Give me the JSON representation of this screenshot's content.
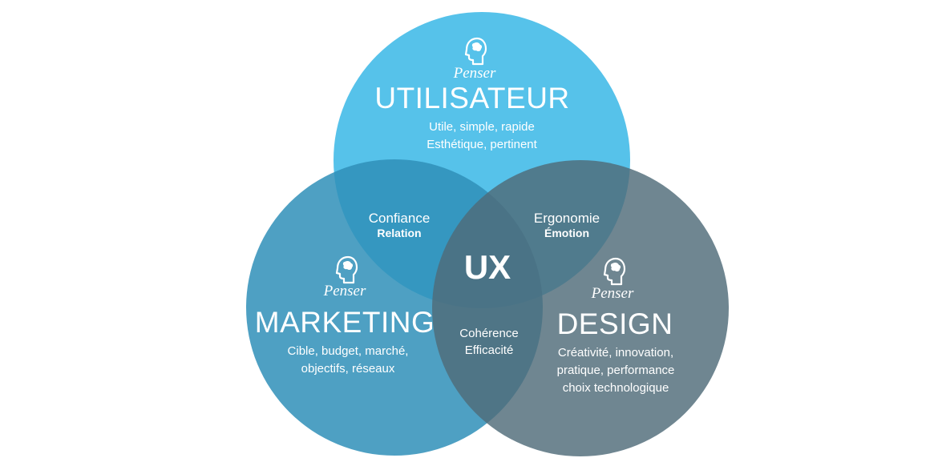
{
  "diagram": {
    "center_label": "UX",
    "colors": {
      "user": "#56c2ea",
      "marketing": "#3b9bc3",
      "design": "#5b7583",
      "text": "#ffffff"
    },
    "circles": [
      {
        "id": "user",
        "icon": "head-icon",
        "caption": "Penser",
        "title": "UTILISATEUR",
        "lines": [
          "Utile, simple, rapide",
          "Esthétique, pertinent"
        ]
      },
      {
        "id": "marketing",
        "icon": "head-icon",
        "caption": "Penser",
        "title": "MARKETING",
        "lines": [
          "Cible, budget, marché,",
          "objectifs, réseaux"
        ]
      },
      {
        "id": "design",
        "icon": "head-icon",
        "caption": "Penser",
        "title": "DESIGN",
        "lines": [
          "Créativité, innovation,",
          "pratique, performance",
          "choix technologique"
        ]
      }
    ],
    "intersections": {
      "user_marketing": [
        "Confiance",
        "Relation"
      ],
      "user_design": [
        "Ergonomie",
        "Émotion"
      ],
      "marketing_design": [
        "Cohérence",
        "Efficacité"
      ]
    }
  }
}
